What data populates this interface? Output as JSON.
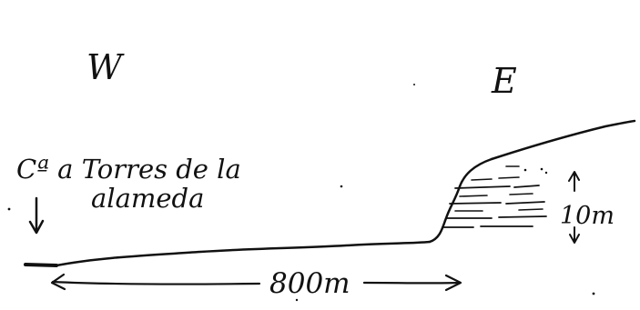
{
  "labels": {
    "west": "W",
    "east": "E",
    "road_line1": "Cª a Torres de la",
    "road_line2": "alameda",
    "height": "10m",
    "distance": "800m"
  },
  "colors": {
    "ink": "#111111",
    "paper": "#ffffff"
  }
}
